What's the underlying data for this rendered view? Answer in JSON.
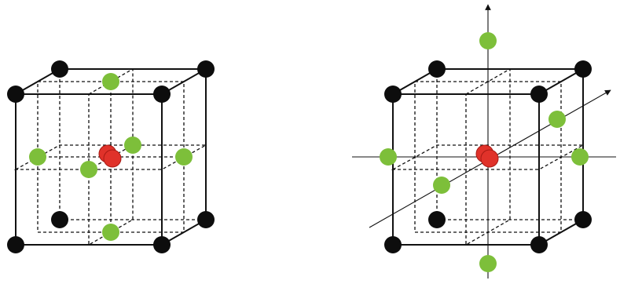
{
  "colors": {
    "background": "#ffffff",
    "edge": "#111111",
    "corner_point": "#0d0d0d",
    "axial_point": "#7dbf3a",
    "center_point": "#e0322a",
    "axis": "#111111"
  },
  "diagrams": [
    {
      "id": "box-design",
      "corner_points": 8,
      "face_center_points": 6,
      "center_points": 1,
      "dashed_midplanes": true,
      "axes_shown": false
    },
    {
      "id": "central-composite-design",
      "corner_points": 8,
      "axial_points": 6,
      "center_points": 1,
      "dashed_midplanes": true,
      "axes_shown": true
    }
  ]
}
